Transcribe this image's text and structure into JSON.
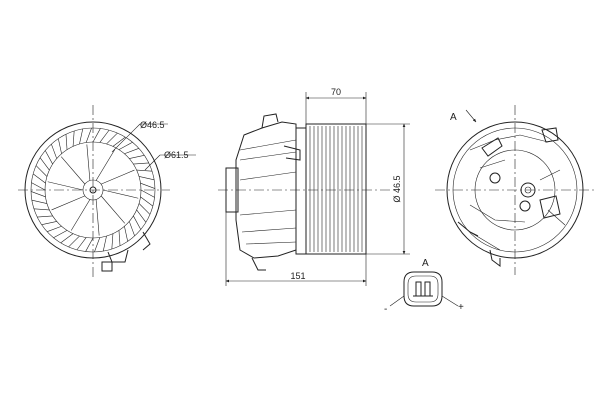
{
  "labels": {
    "front_inner_diameter": "Ø46.5",
    "front_outer_diameter": "Ø61.5",
    "side_depth": "70",
    "side_diameter": "Ø 46.5",
    "side_length": "151",
    "rear_view_marker": "A",
    "connector_view_marker": "A",
    "terminal_negative": "-",
    "terminal_positive": "+"
  }
}
